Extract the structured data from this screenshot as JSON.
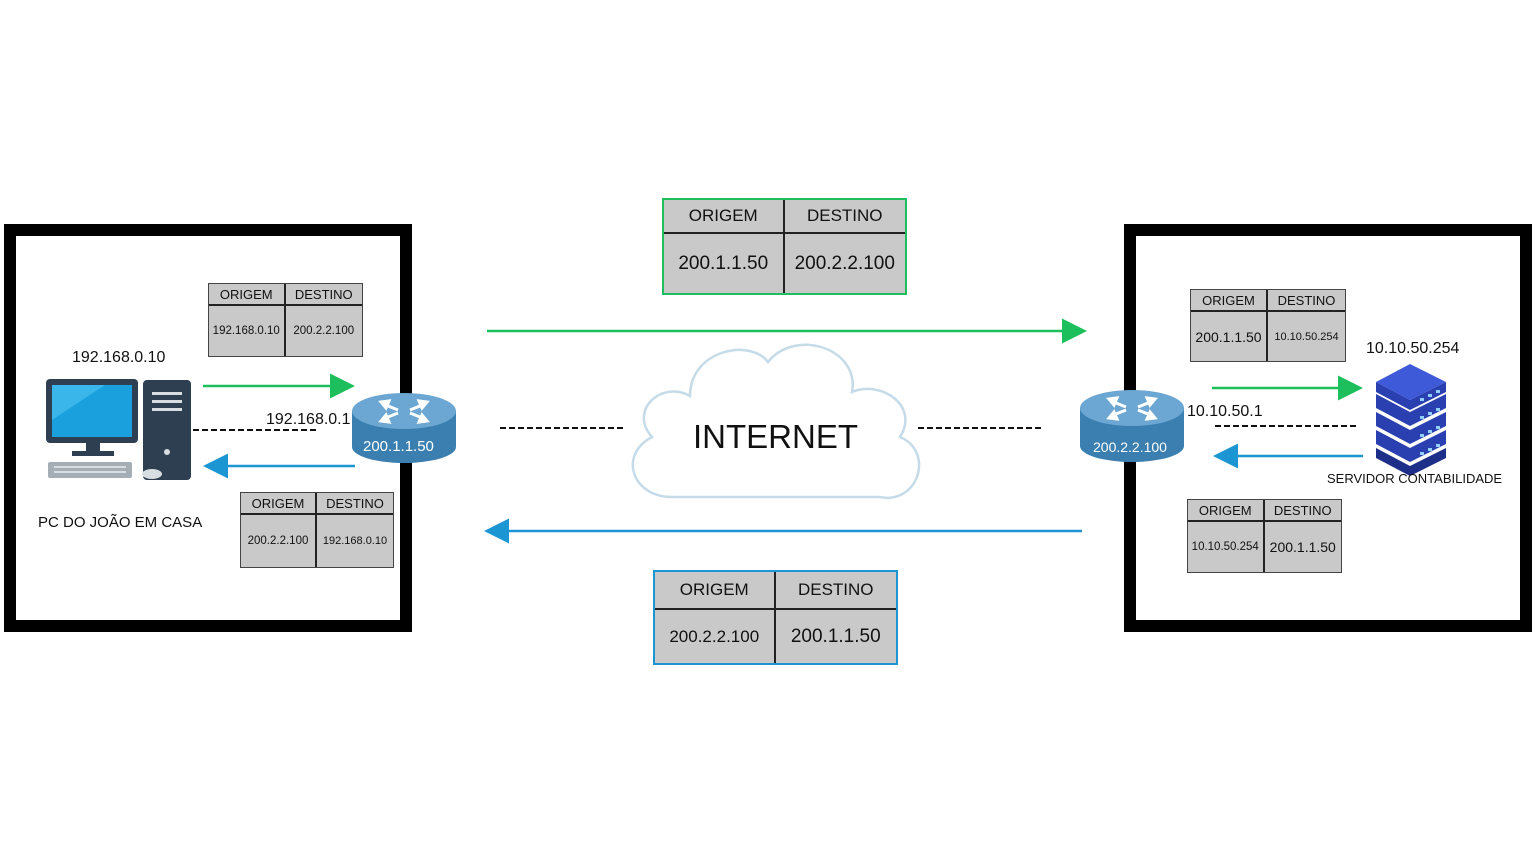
{
  "cloud": {
    "label": "INTERNET"
  },
  "left": {
    "pc_ip": "192.168.0.10",
    "pc_name": "PC DO JOÃO EM CASA",
    "router_lan_ip": "192.168.0.1",
    "router_wan_ip": "200.1.1.50",
    "table_out": {
      "h1": "ORIGEM",
      "h2": "DESTINO",
      "v1": "192.168.0.10",
      "v2": "200.2.2.100"
    },
    "table_in": {
      "h1": "ORIGEM",
      "h2": "DESTINO",
      "v1": "200.2.2.100",
      "v2": "192.168.0.10"
    }
  },
  "right": {
    "server_ip": "10.10.50.254",
    "server_name": "SERVIDOR CONTABILIDADE",
    "router_lan_ip": "10.10.50.1",
    "router_wan_ip": "200.2.2.100",
    "table_in": {
      "h1": "ORIGEM",
      "h2": "DESTINO",
      "v1": "200.1.1.50",
      "v2": "10.10.50.254"
    },
    "table_out": {
      "h1": "ORIGEM",
      "h2": "DESTINO",
      "v1": "10.10.50.254",
      "v2": "200.1.1.50"
    }
  },
  "internet_tables": {
    "outbound": {
      "h1": "ORIGEM",
      "h2": "DESTINO",
      "v1": "200.1.1.50",
      "v2": "200.2.2.100"
    },
    "return": {
      "h1": "ORIGEM",
      "h2": "DESTINO",
      "v1": "200.2.2.100",
      "v2": "200.1.1.50"
    }
  },
  "colors": {
    "outbound": "#1dbf5c",
    "return": "#1c96d2",
    "router": "#3b7fb0",
    "table_fill": "#c9c9c9"
  }
}
